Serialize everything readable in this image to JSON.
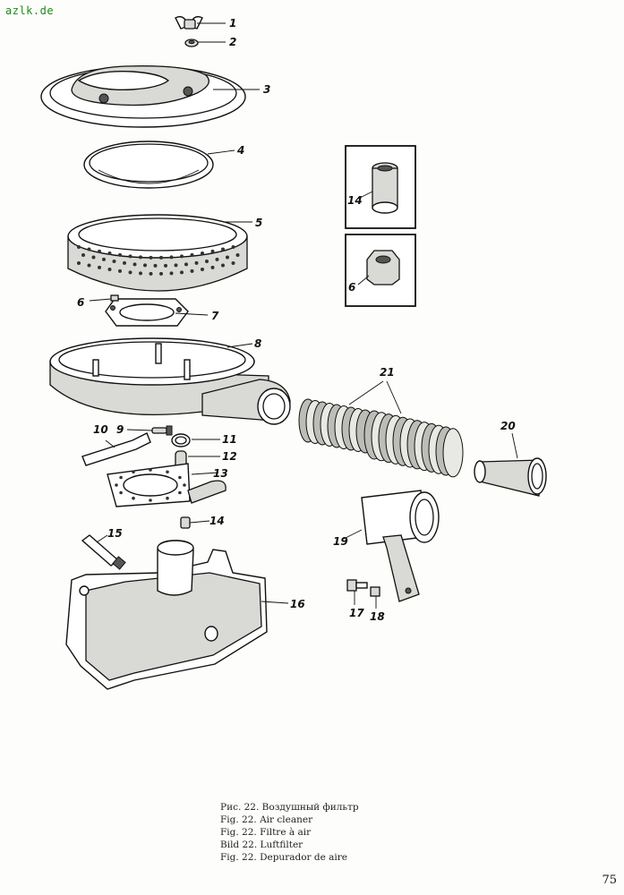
{
  "site": "azlk.de",
  "page_number": "75",
  "caption": [
    "Рис. 22. Воздушный фильтр",
    "Fig. 22. Air cleaner",
    "Fig. 22. Filtre à air",
    "Bild 22. Luftfilter",
    "Fig. 22. Depurador de aire"
  ],
  "callouts": {
    "c1": "1",
    "c2": "2",
    "c3": "3",
    "c4": "4",
    "c5": "5",
    "c6a": "6",
    "c7": "7",
    "c8": "8",
    "c9": "9",
    "c10": "10",
    "c11": "11",
    "c12": "12",
    "c13": "13",
    "c14a": "14",
    "c15": "15",
    "c16": "16",
    "c17": "17",
    "c18": "18",
    "c19": "19",
    "c20": "20",
    "c21": "21",
    "c14b": "14",
    "c6b": "6"
  }
}
